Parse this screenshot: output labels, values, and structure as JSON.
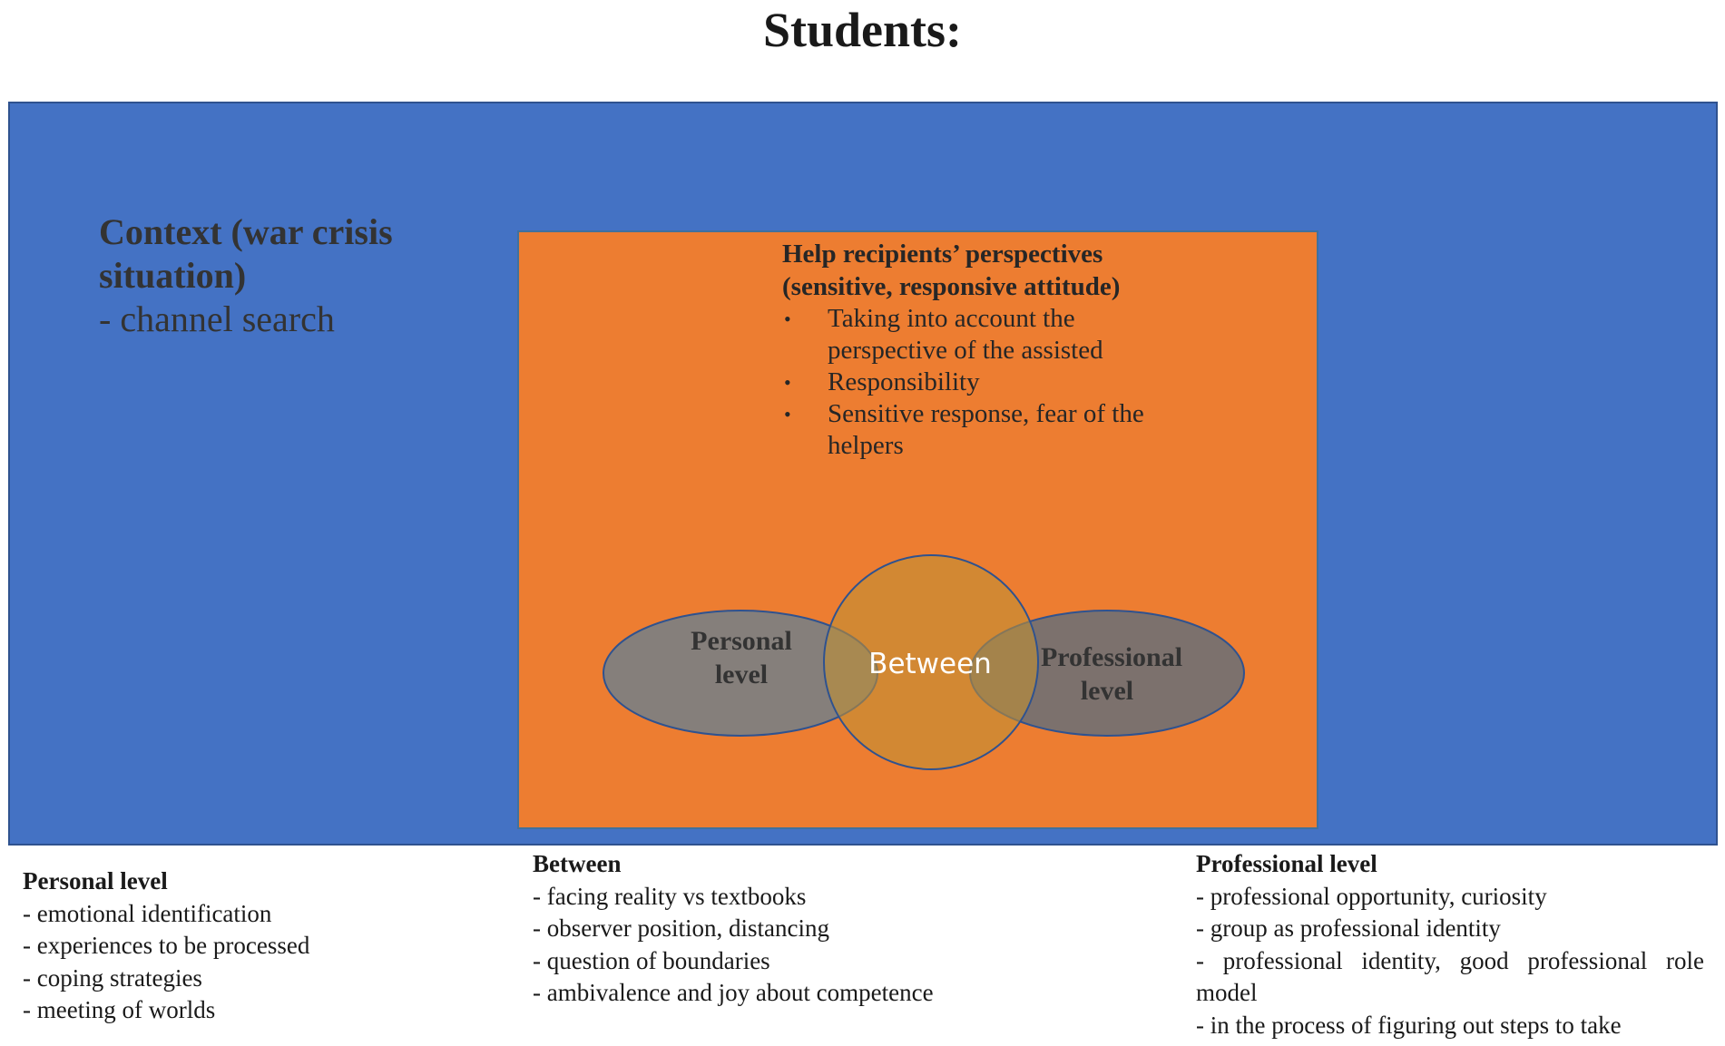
{
  "title": "Students:",
  "context": {
    "heading": "Context (war crisis situation)",
    "item": "- channel search"
  },
  "help": {
    "heading": "Help recipients’ perspectives (sensitive, responsive attitude)",
    "bullets": [
      " Taking into account the perspective of the assisted",
      "Responsibility",
      "Sensitive response, fear of the helpers"
    ]
  },
  "venn": {
    "left_line1": "Personal",
    "left_line2": "level",
    "center": "Between",
    "right_line1": "Professional",
    "right_line2": "level"
  },
  "colors": {
    "context_blue": "#4472c4",
    "inner_orange": "#ed7d31",
    "ellipse_gray": "#7f7f7f",
    "circle_gold": "#c09035"
  },
  "columns": {
    "personal": {
      "heading": "Personal level",
      "items": [
        "- emotional identification",
        "- experiences to be processed",
        "- coping strategies",
        "- meeting of worlds"
      ]
    },
    "between": {
      "heading": "Between",
      "items": [
        "- facing reality vs textbooks",
        "- observer position, distancing",
        "- question of boundaries",
        "- ambivalence and joy about competence"
      ]
    },
    "professional": {
      "heading": "Professional level",
      "items": [
        "- professional opportunity, curiosity",
        "- group as professional identity",
        "- professional identity, good professional role model",
        "- in the process of figuring out steps to take"
      ]
    }
  }
}
